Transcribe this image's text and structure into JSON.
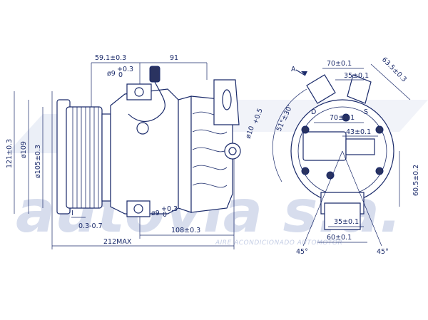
{
  "side_view": {
    "dims": {
      "d59": "59.1±0.3",
      "d91": "91",
      "d121": "121±0.3",
      "d109": "ø109",
      "d105": "ø105±0.3",
      "d108": "108±0.3",
      "d212": "212MAX",
      "d03": "0.3-0.7",
      "dI": "I",
      "d9top": "ø9",
      "d9top_tol": "+0.3",
      "d9top_tol2": "0",
      "d9bot": "ø9",
      "d9bot_tol": "+0.3",
      "d9bot_tol2": "0",
      "d10": "ø10",
      "d10_tol": "+0.5"
    }
  },
  "front_view": {
    "dims": {
      "d70top": "70±0.1",
      "d35top": "35±0.1",
      "d635": "63.5±0.3",
      "d70mid": "70±0.1",
      "d43": "43±0.1",
      "d605": "60.5±0.2",
      "d35bot": "35±0.1",
      "d60": "60±0.1",
      "angle": "51°±30'",
      "a_label": "A",
      "d_label": "D",
      "s_label": "S",
      "ang45l": "45°",
      "ang45r": "45°"
    }
  },
  "watermark": {
    "brand": "autovia s.a.",
    "tagline": "AIRE ACONDICIONADO AUTOMOTOR"
  },
  "colors": {
    "line": "#1a2a6a",
    "watermark": "#b7c2df"
  }
}
